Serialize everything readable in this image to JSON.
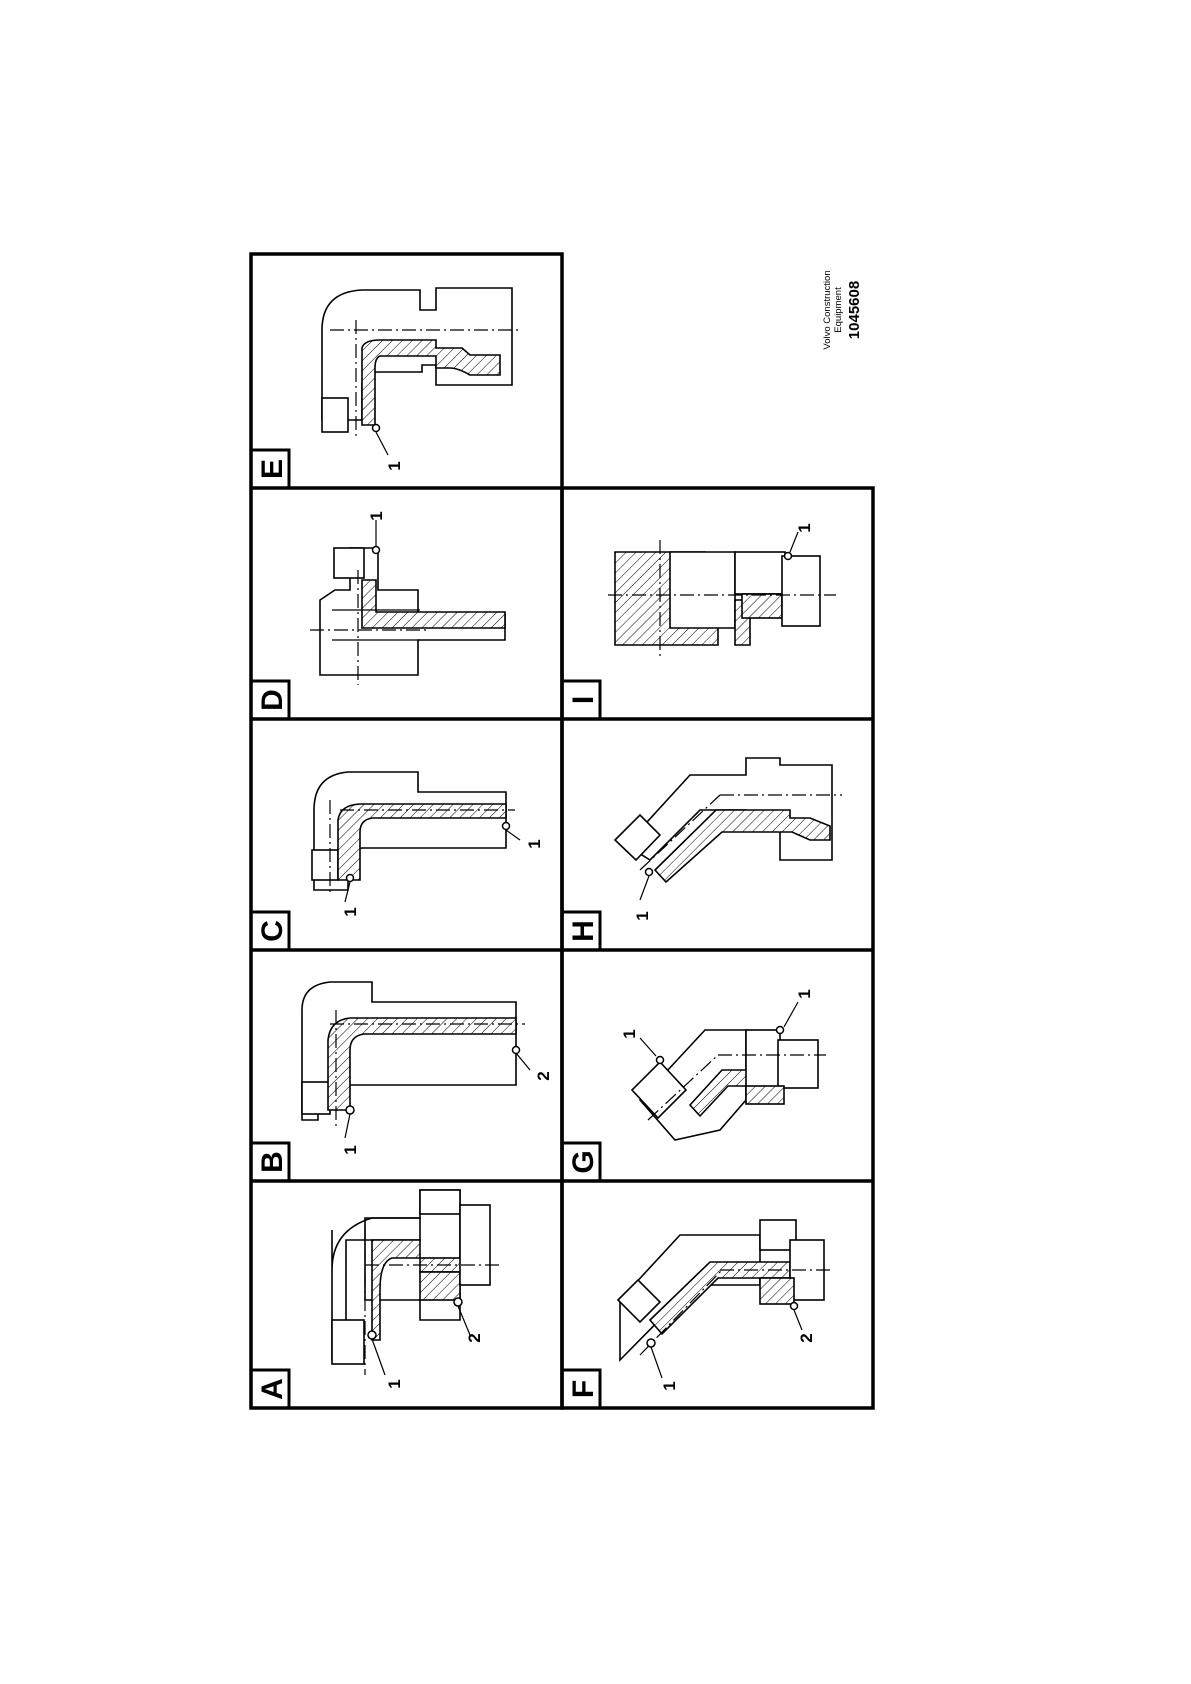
{
  "figure": {
    "credit": {
      "line1": "Volvo Construction",
      "line2": "Equipment",
      "number": "1045608"
    },
    "panels": [
      {
        "id": "A",
        "label": "A",
        "callouts": [
          "1",
          "2"
        ]
      },
      {
        "id": "B",
        "label": "B",
        "callouts": [
          "1",
          "2"
        ]
      },
      {
        "id": "C",
        "label": "C",
        "callouts": [
          "1",
          "1"
        ]
      },
      {
        "id": "D",
        "label": "D",
        "callouts": [
          "1"
        ]
      },
      {
        "id": "E",
        "label": "E",
        "callouts": [
          "1"
        ]
      },
      {
        "id": "F",
        "label": "F",
        "callouts": [
          "1",
          "2"
        ]
      },
      {
        "id": "G",
        "label": "G",
        "callouts": [
          "1",
          "1"
        ]
      },
      {
        "id": "H",
        "label": "H",
        "callouts": [
          "1"
        ]
      },
      {
        "id": "I",
        "label": "I",
        "callouts": [
          "1"
        ]
      }
    ]
  }
}
